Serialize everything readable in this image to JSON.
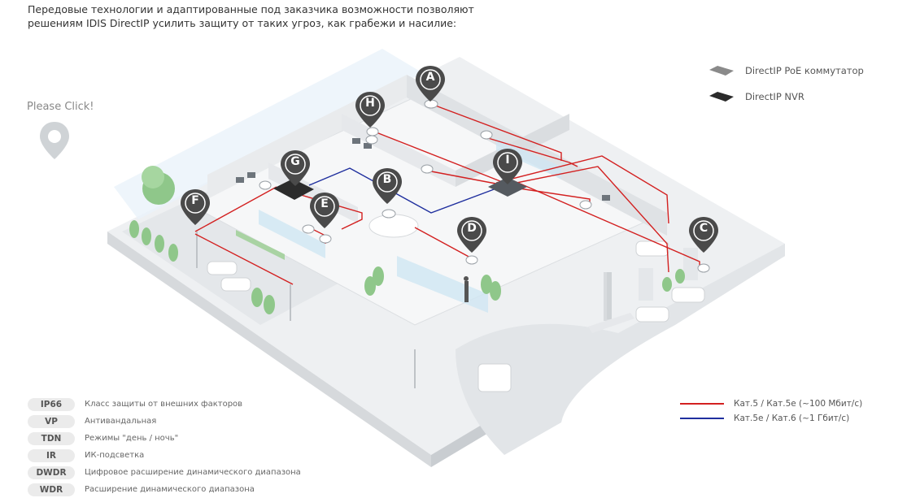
{
  "intro": {
    "line1": "Передовые технологии и адаптированные под заказчика возможности позволяют",
    "line2": "решениям IDIS DirectIP усилить защиту от таких угроз, как грабежи и насилие:"
  },
  "please_click": "Please Click!",
  "markers": {
    "A": "A",
    "B": "B",
    "C": "C",
    "D": "D",
    "E": "E",
    "F": "F",
    "G": "G",
    "H": "H",
    "I": "I"
  },
  "device_legend": [
    {
      "label": "DirectIP PoE коммутатор",
      "color": "#8a8a8a"
    },
    {
      "label": "DirectIP NVR",
      "color": "#2b2b2b"
    }
  ],
  "cable_legend": [
    {
      "label": "Кат.5 / Кат.5e (~100 Мбит/с)",
      "color": "#d32020"
    },
    {
      "label": "Кат.5e / Кат.6 (~1 Гбит/с)",
      "color": "#1f2f9e"
    }
  ],
  "features": [
    {
      "badge": "IP66",
      "text": "Класс защиты от внешних факторов"
    },
    {
      "badge": "VP",
      "text": "Антивандальная"
    },
    {
      "badge": "TDN",
      "text": "Режимы \"день / ночь\""
    },
    {
      "badge": "IR",
      "text": "ИК-подсветка"
    },
    {
      "badge": "DWDR",
      "text": "Цифровое расширение динамического диапазона"
    },
    {
      "badge": "WDR",
      "text": "Расширение динамического диапазона"
    }
  ]
}
